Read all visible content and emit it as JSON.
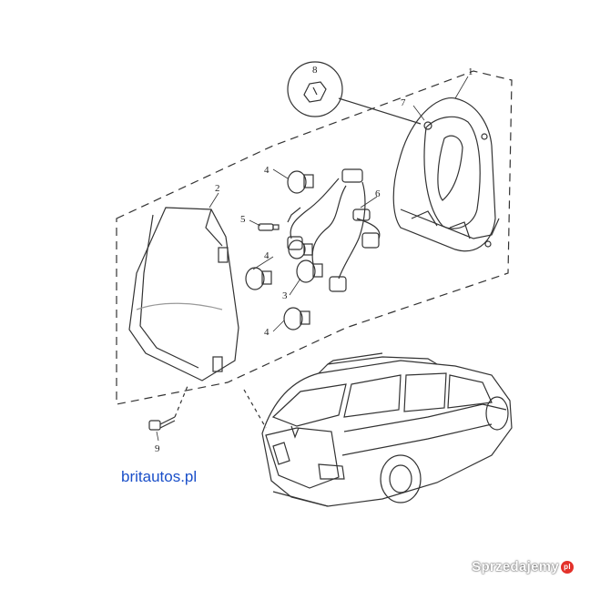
{
  "callouts": {
    "c1": "1",
    "c2": "2",
    "c3": "3",
    "c4a": "4",
    "c4b": "4",
    "c4c": "4",
    "c5": "5",
    "c6": "6",
    "c7": "7",
    "c8": "8",
    "c9": "9"
  },
  "watermark": {
    "site": "britautos.pl",
    "brand": "Sprzedajemy",
    "brand_mark": "pl"
  },
  "colors": {
    "line": "#333333",
    "site_text": "#1a4fc9",
    "brand_dot": "#e3312a"
  }
}
